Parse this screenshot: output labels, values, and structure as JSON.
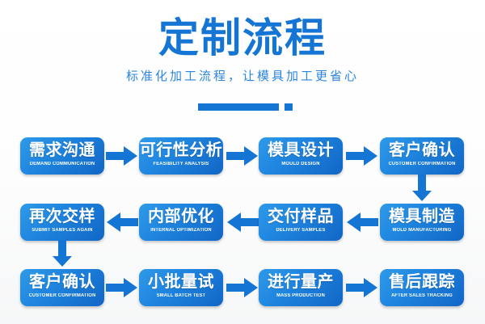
{
  "header": {
    "title": "定制流程",
    "subtitle": "标准化加工流程，让模具加工更省心",
    "accent_color": "#1575d4",
    "subtitle_color": "#2b86e0"
  },
  "flow": {
    "box_gradient_from": "#2f9ae8",
    "box_gradient_to": "#1266c6",
    "arrow_color": "#1575d4",
    "rows": [
      {
        "direction": "left-to-right",
        "steps": [
          {
            "cn": "需求沟通",
            "en": "DEMAND COMMUNICATION"
          },
          {
            "cn": "可行性分析",
            "en": "FEASIBILITY ANALYSIS"
          },
          {
            "cn": "模具设计",
            "en": "MOULD DESIGN"
          },
          {
            "cn": "客户确认",
            "en": "CUSTOMER CONFIRMATION"
          }
        ]
      },
      {
        "direction": "right-to-left",
        "steps": [
          {
            "cn": "再次交样",
            "en": "SUBMIT SAMPLES AGAIN"
          },
          {
            "cn": "内部优化",
            "en": "INTERNAL OPTIMIZATION"
          },
          {
            "cn": "交付样品",
            "en": "DELIVERY SAMPLES"
          },
          {
            "cn": "模具制造",
            "en": "MOLD MANUFACTURING"
          }
        ]
      },
      {
        "direction": "left-to-right",
        "steps": [
          {
            "cn": "客户确认",
            "en": "CUSTOMER CONFIRMATION"
          },
          {
            "cn": "小批量试",
            "en": "SMALL BATCH TEST"
          },
          {
            "cn": "进行量产",
            "en": "MASS PRODUCTION"
          },
          {
            "cn": "售后跟踪",
            "en": "AFTER SALES TRACKING"
          }
        ]
      }
    ]
  }
}
